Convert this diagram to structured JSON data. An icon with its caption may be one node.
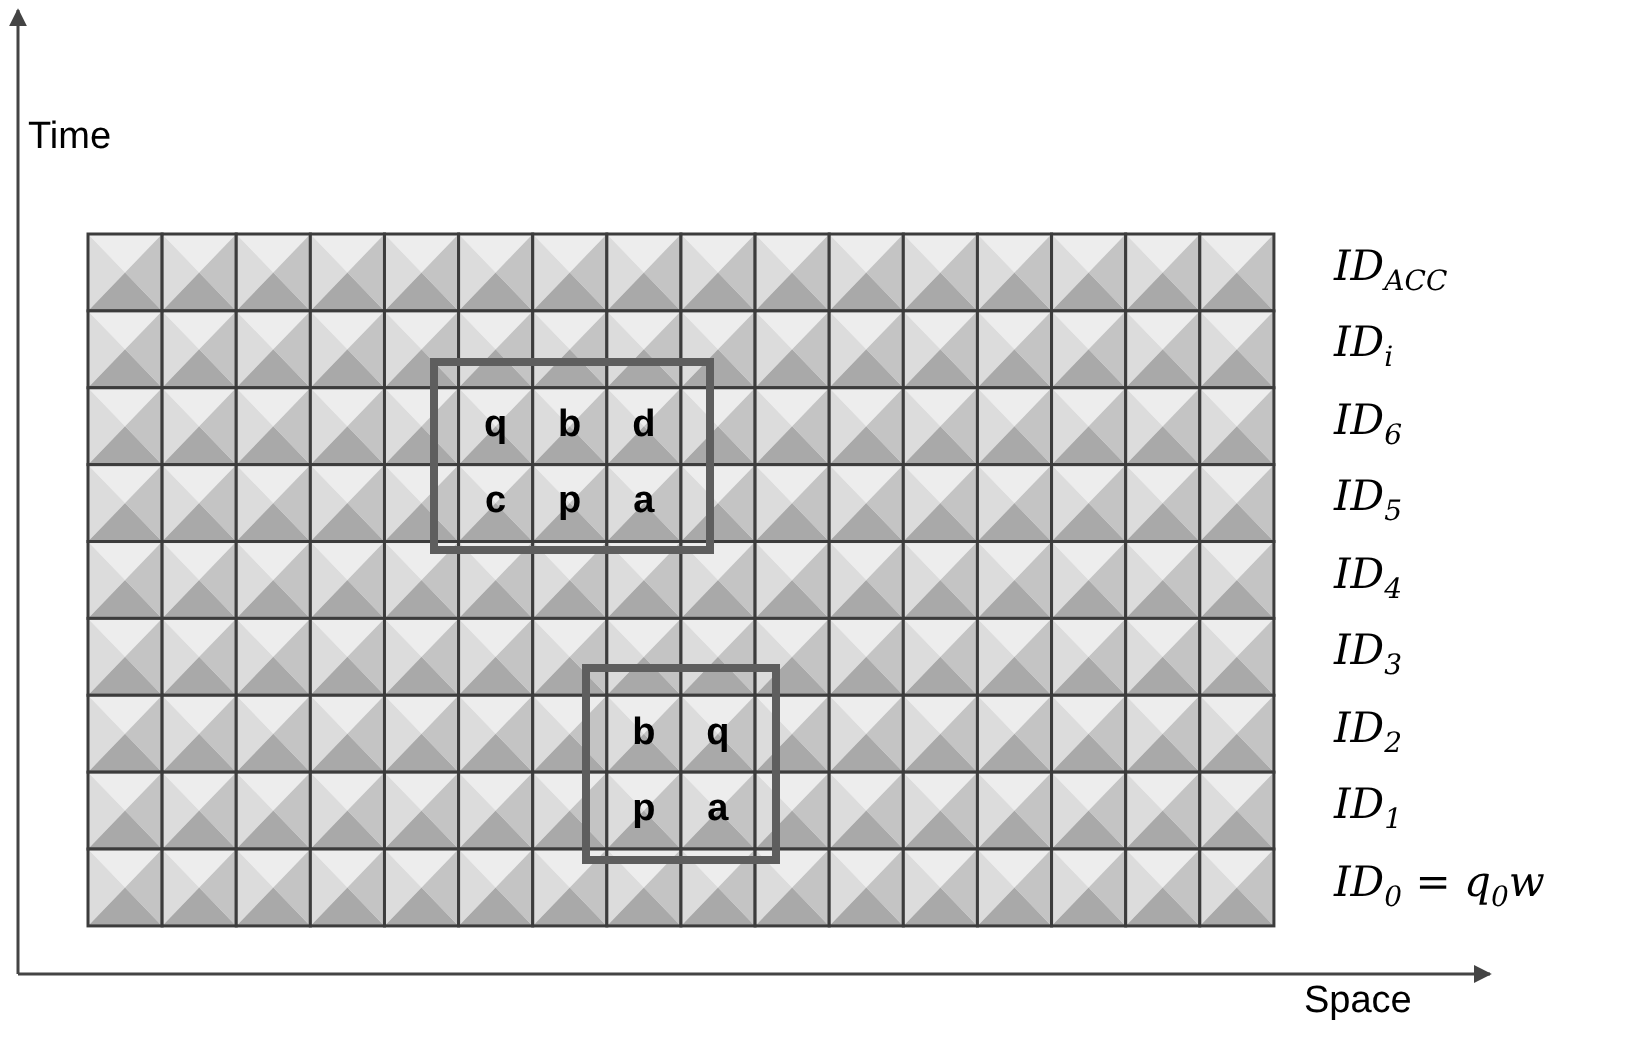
{
  "diagram": {
    "nodes": [
      {
        "text": [
          "q",
          "b",
          "d",
          "c",
          "p",
          "a"
        ]
      },
      {
        "text": [
          "b",
          "q",
          "p",
          "a"
        ]
      }
    ],
    "labels": [
      "Time",
      "ID$_{ACC}$",
      "ID$_{i}$",
      "ID$_{6}$",
      "ID$_{5}$",
      "ID$_{4}$",
      "ID$_{3}$",
      "ID$_{2}$",
      "ID$_{1}$",
      "ID$_{0}$ = q$_{0}$w",
      "Space"
    ]
  }
}
